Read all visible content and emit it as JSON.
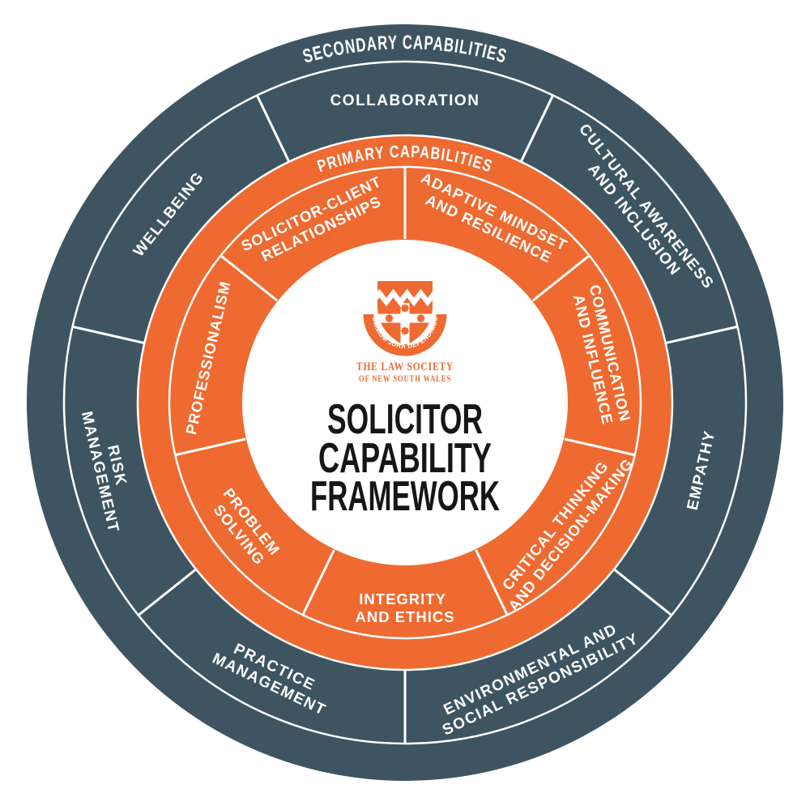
{
  "colors": {
    "orange": "#EE6A31",
    "slate": "#3E5561",
    "white": "#FFFFFF",
    "title_black": "#161616"
  },
  "outer_ring": {
    "band_title": "SECONDARY CAPABILITIES",
    "segments": {
      "collaboration": {
        "line1": "COLLABORATION"
      },
      "cultural": {
        "line1": "CULTURAL AWARENESS",
        "line2": "AND INCLUSION"
      },
      "empathy": {
        "line1": "EMPATHY"
      },
      "environmental": {
        "line1": "ENVIRONMENTAL AND",
        "line2": "SOCIAL RESPONSIBILITY"
      },
      "practice": {
        "line1": "PRACTICE",
        "line2": "MANAGEMENT"
      },
      "risk": {
        "line1": "RISK",
        "line2": "MANAGEMENT"
      },
      "wellbeing": {
        "line1": "WELLBEING"
      }
    }
  },
  "inner_ring": {
    "band_title": "PRIMARY CAPABILITIES",
    "segments": {
      "solicitor_client": {
        "line1": "SOLICITOR-CLIENT",
        "line2": "RELATIONSHIPS"
      },
      "adaptive": {
        "line1": "ADAPTIVE MINDSET",
        "line2": "AND RESILIENCE"
      },
      "communication": {
        "line1": "COMMUNICATION",
        "line2": "AND INFLUENCE"
      },
      "critical": {
        "line1": "CRITICAL THINKING",
        "line2": "AND DECISION-MAKING"
      },
      "integrity": {
        "line1": "INTEGRITY",
        "line2": "AND ETHICS"
      },
      "problem": {
        "line1": "PROBLEM",
        "line2": "SOLVING"
      },
      "professionalism": {
        "line1": "PROFESSIONALISM"
      }
    }
  },
  "center": {
    "crest_motto": "OMNIUM JURA DEFENDIMUS",
    "org_name_line1": "THE LAW SOCIETY",
    "org_name_line2": "OF NEW SOUTH WALES",
    "title_line1": "SOLICITOR",
    "title_line2": "CAPABILITY",
    "title_line3": "FRAMEWORK"
  }
}
